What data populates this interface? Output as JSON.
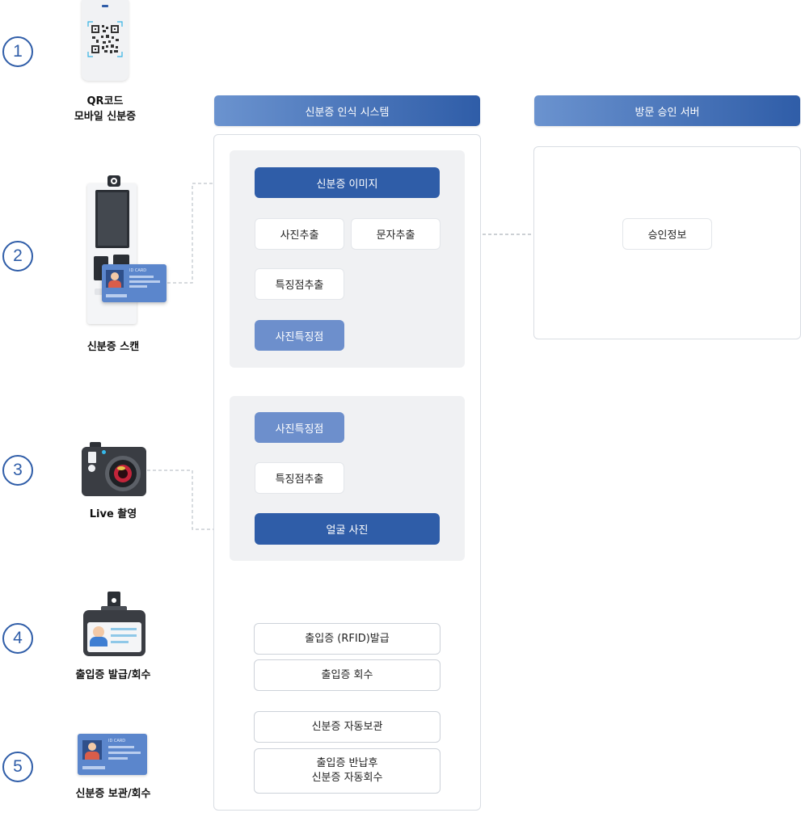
{
  "steps": [
    {
      "number": "1",
      "caption": "QR코드\n모바일 신분증"
    },
    {
      "number": "2",
      "caption": "신분증 스캔"
    },
    {
      "number": "3",
      "caption": "Live  촬영"
    },
    {
      "number": "4",
      "caption": "출입증 발급/회수"
    },
    {
      "number": "5",
      "caption": "신분증 보관/회수"
    }
  ],
  "id_card_label": "ID CARD",
  "columns": {
    "recognition": "신분증 인식 시스템",
    "approval": "방문 승인 서버"
  },
  "scan_group": {
    "id_image": "신분증 이미지",
    "photo_extract": "사진추출",
    "text_extract": "문자추출",
    "feature_extract": "특징점추출",
    "photo_features": "사진특징점"
  },
  "face_group": {
    "photo_features": "사진특징점",
    "feature_extract": "특징점추출",
    "face_photo": "얼굴 사진"
  },
  "approval_info": "승인정보",
  "pass_boxes": {
    "issue": "출입증 (RFID)발급",
    "return": "출입증 회수"
  },
  "storage_boxes": {
    "store": "신분증 자동보관",
    "return": "출입증 반납후\n신분증 자동회수"
  },
  "colors": {
    "primary": "#2f5da8",
    "light": "#6d8fcc",
    "panel": "#f0f1f3"
  }
}
